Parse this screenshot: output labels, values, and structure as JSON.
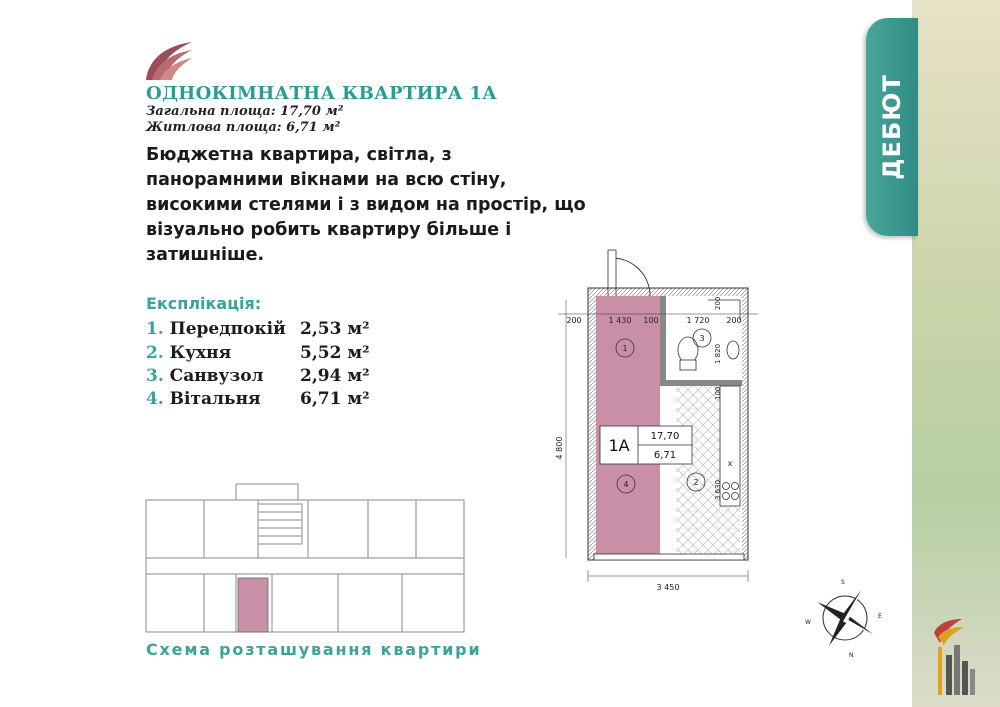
{
  "header": {
    "title": "ОДНОКІМНАТНА КВАРТИРА 1А",
    "total_area": "Загальна площа: 17,70 м²",
    "living_area": "Житлова площа: 6,71 м²"
  },
  "description": "Бюджетна квартира, світла, з панорамними вікнами на всю стіну, високими стелями і з видом на простір, що візуально робить квартиру більше і затишніше.",
  "explication": {
    "title": "Експлікація:",
    "items": [
      {
        "num": "1.",
        "name": "Передпокій",
        "area": "2,53 м²"
      },
      {
        "num": "2.",
        "name": "Кухня",
        "area": "5,52 м²"
      },
      {
        "num": "3.",
        "name": "Санвузол",
        "area": "2,94 м²"
      },
      {
        "num": "4.",
        "name": "Вітальня",
        "area": "6,71 м²"
      }
    ]
  },
  "side_tab": "ДЕБЮТ",
  "floor_plan": {
    "unit": "1А",
    "total": "17,70",
    "living": "6,71",
    "dims": {
      "d200a": "200",
      "d1430": "1 430",
      "d100": "100",
      "d1720": "1 720",
      "d200b": "200",
      "d200c": "200",
      "d1820": "1 820",
      "d100b": "100",
      "d4800": "4 800",
      "d3630": "3 630",
      "d3450": "3 450"
    },
    "rooms": [
      "1",
      "2",
      "3",
      "4"
    ]
  },
  "compass": {
    "s": "S",
    "w": "W",
    "e": "E",
    "n": "N"
  },
  "scheme_caption": "Схема розташування квартири",
  "colors": {
    "accent": "#3aa39a",
    "highlight": "#c98fa6",
    "tab": "#2f8c84"
  }
}
